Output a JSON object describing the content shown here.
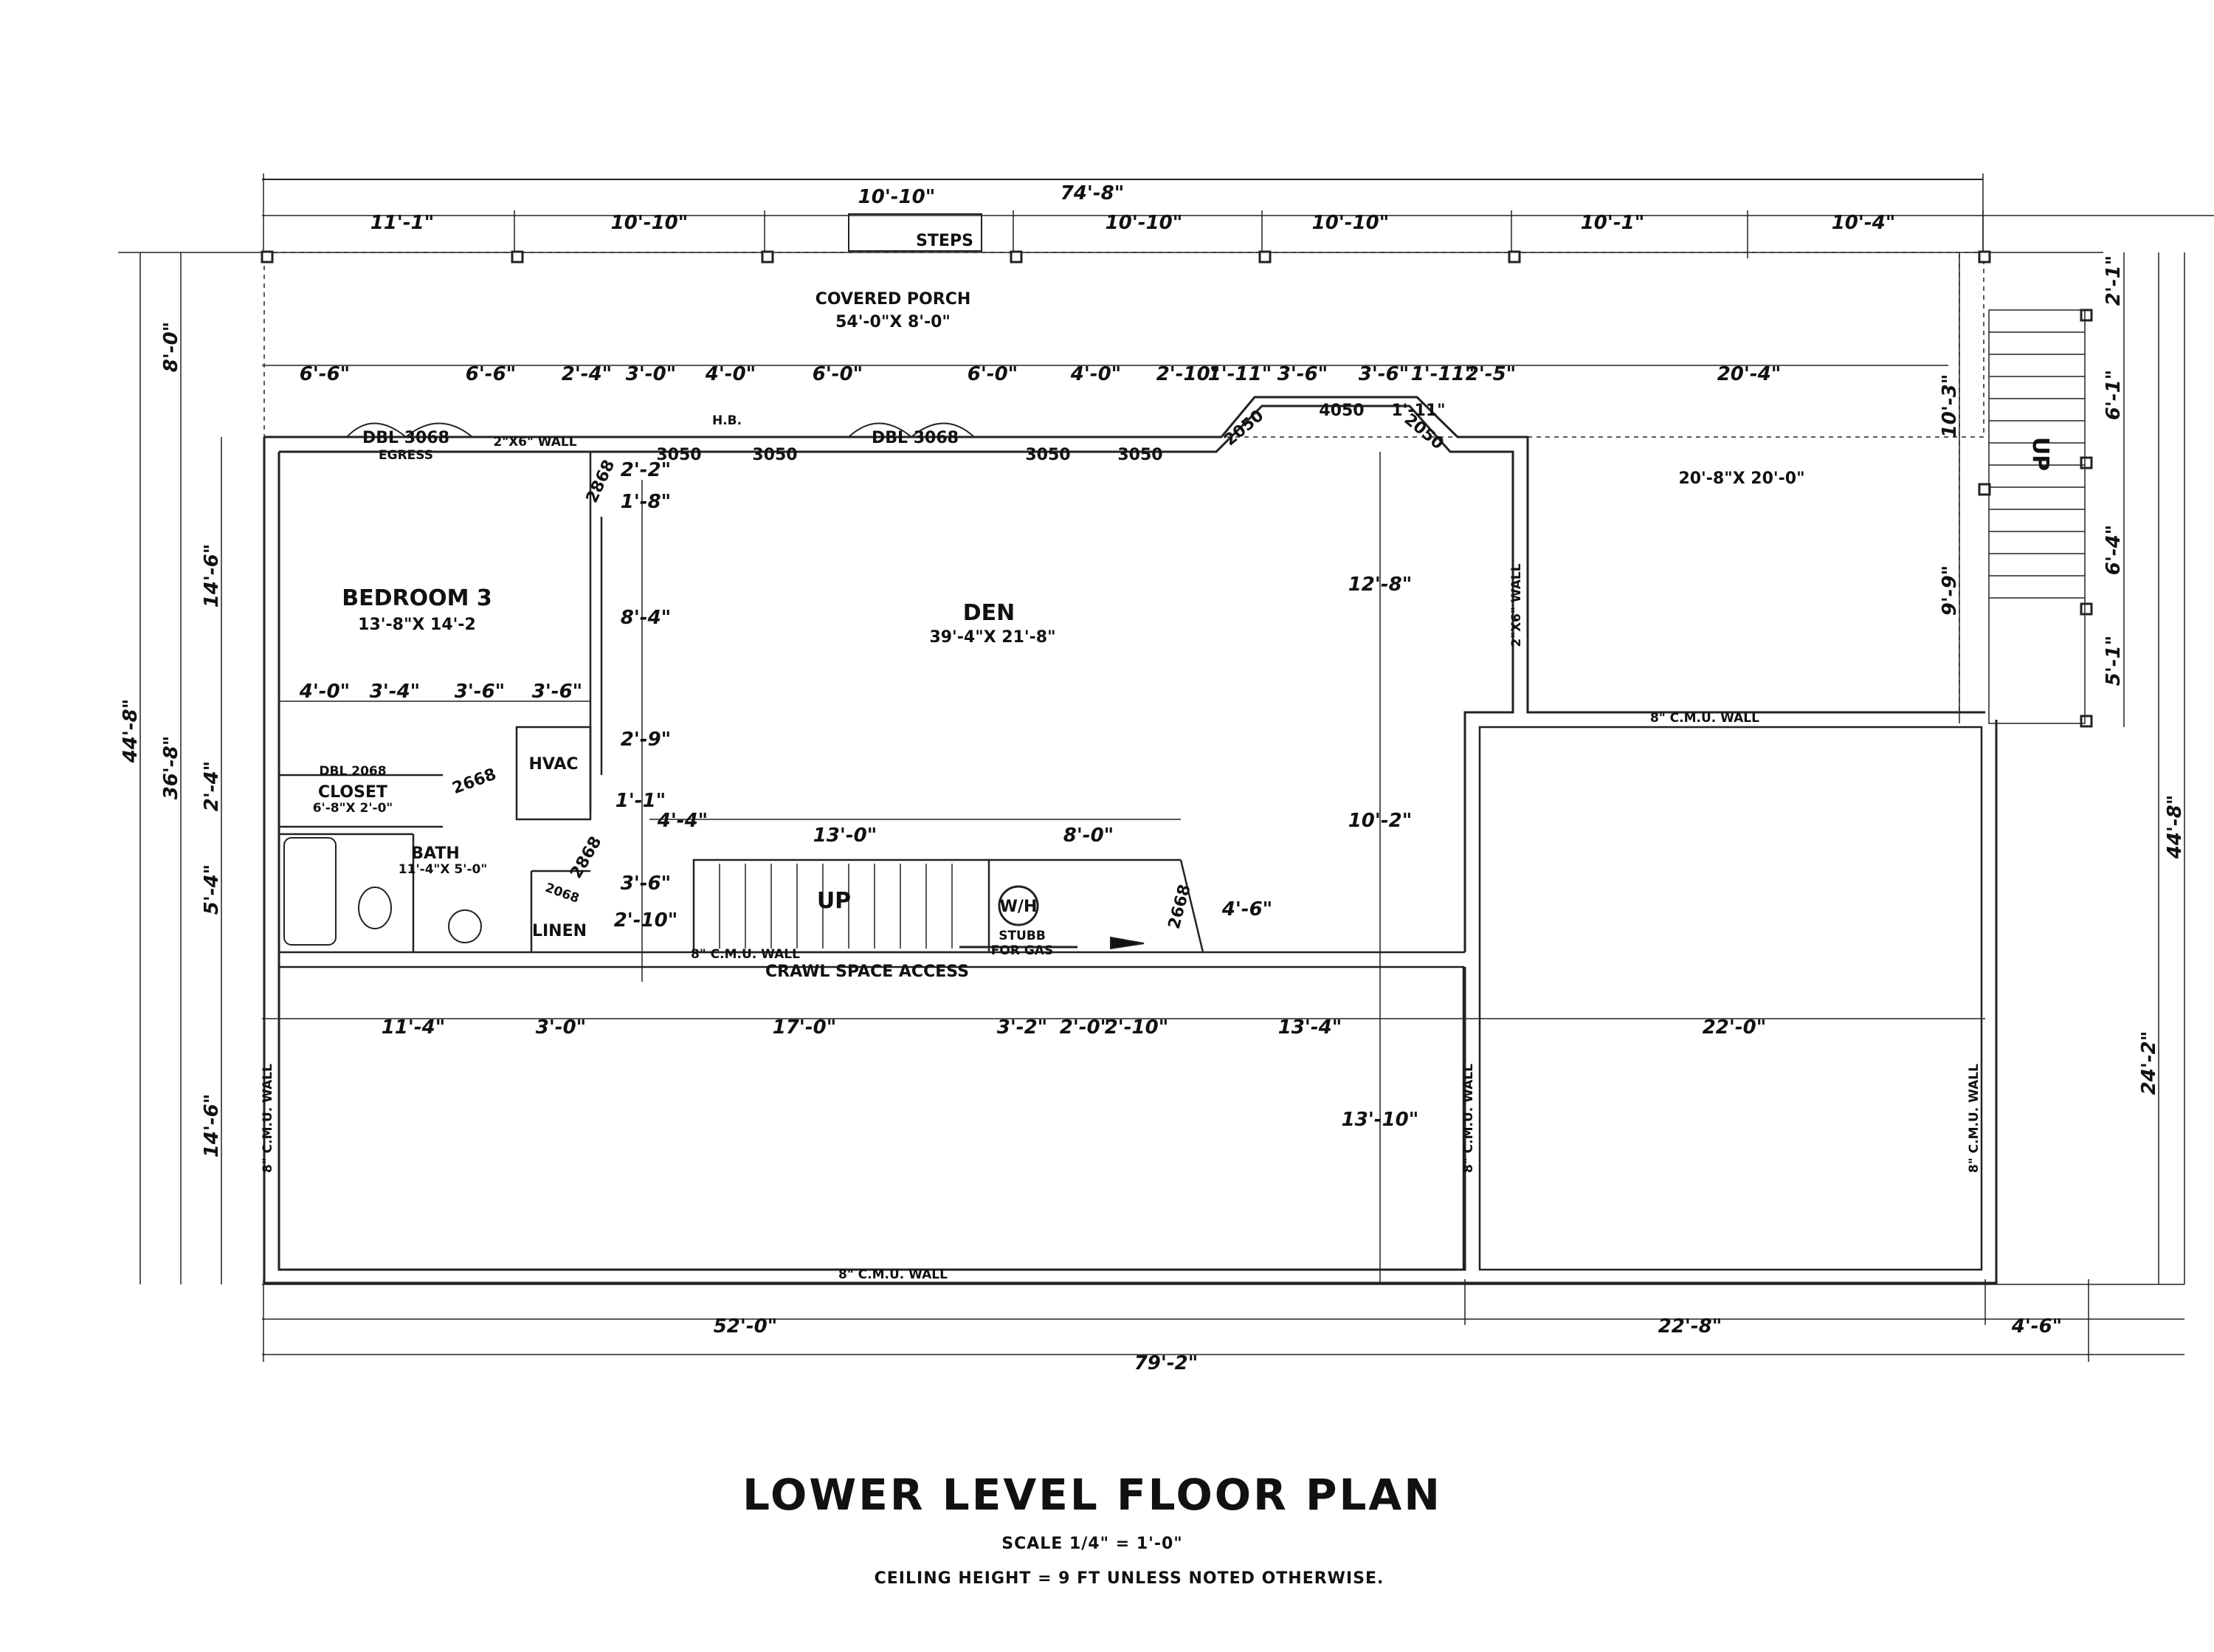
{
  "title": {
    "heading": "LOWER LEVEL FLOOR PLAN",
    "scale": "SCALE 1/4\" = 1'-0\"",
    "note": "CEILING HEIGHT = 9 FT UNLESS NOTED OTHERWISE."
  },
  "rooms": {
    "porch": {
      "name": "COVERED PORCH",
      "size": "54'-0\"X 8'-0\""
    },
    "bedroom": {
      "name": "BEDROOM 3",
      "size": "13'-8\"X 14'-2"
    },
    "den": {
      "name": "DEN",
      "size": "39'-4\"X 21'-8\""
    },
    "deck_size": "20'-8\"X 20'-0\"",
    "closet": {
      "name": "CLOSET",
      "size": "6'-8\"X 2'-0\""
    },
    "bath": {
      "name": "BATH",
      "size": "11'-4\"X 5'-0\""
    },
    "hvac": "HVAC",
    "linen": "LINEN",
    "wh": "W/H"
  },
  "labels": {
    "steps": "STEPS",
    "egress_door": "DBL 3068",
    "egress": "EGRESS",
    "wall_2x6": "2\"X6\" WALL",
    "hb": "H.B.",
    "dbl_door": "DBL 3068",
    "dbl_2068": "DBL 2068",
    "win_3050": "3050",
    "door_2050": "2050",
    "win_4050": "4050",
    "door_2868": "2868",
    "door_2668": "2668",
    "door_2068": "2068",
    "up": "UP",
    "stubb": "STUBB",
    "for_gas": "FOR GAS",
    "crawl": "CRAWL SPACE ACCESS",
    "cmu": "8\" C.M.U. WALL"
  },
  "dimensions": {
    "top_overall": "74'-8\"",
    "top_segments": [
      "11'-1\"",
      "10'-10\"",
      "10'-10\"",
      "10'-10\"",
      "10'-10\"",
      "10'-1\"",
      "10'-4\""
    ],
    "porch_segments": [
      "6'-6\"",
      "6'-6\"",
      "2'-4\"",
      "3'-0\"",
      "4'-0\"",
      "6'-0\"",
      "6'-0\"",
      "4'-0\"",
      "2'-10\"",
      "1'-11\"",
      "3'-6\"",
      "3'-6\"",
      "1'-11\"",
      "2'-5\"",
      "20'-4\""
    ],
    "bedroom_segments": [
      "4'-0\"",
      "3'-4\"",
      "3'-6\"",
      "3'-6\""
    ],
    "left_outer": "44'-8\"",
    "left_mid": "36'-8\"",
    "left_porch": "8'-0\"",
    "left_bed": "14'-6\"",
    "left_closet": "2'-4\"",
    "left_bath": "5'-4\"",
    "left_crawl": "14'-6\"",
    "right_outer": "44'-8\"",
    "right_lower": "24'-2\"",
    "right_segments": [
      "2'-1\"",
      "6'-1\"",
      "6'-4\"",
      "5'-1\""
    ],
    "deck_top": "10'-3\"",
    "deck_bottom": "9'-9\"",
    "den_height_a": "12'-8\"",
    "den_height_b": "10'-2\"",
    "crawl_height": "13'-10\"",
    "interior": [
      "2'-2\"",
      "1'-8\"",
      "8'-4\"",
      "2'-9\"",
      "1'-1\"",
      "4'-4\"",
      "3'-6\"",
      "2'-10\"",
      "1'-11\"",
      "13'-0\"",
      "8'-0\"",
      "4'-6\""
    ],
    "crawl_segments": [
      "11'-4\"",
      "3'-0\"",
      "17'-0\"",
      "3'-2\"",
      "2'-0\"",
      "2'-10\"",
      "13'-4\"",
      "22'-0\""
    ],
    "bottom_segments": [
      "52'-0\"",
      "22'-8\"",
      "4'-6\""
    ],
    "bottom_overall": "79'-2\""
  }
}
